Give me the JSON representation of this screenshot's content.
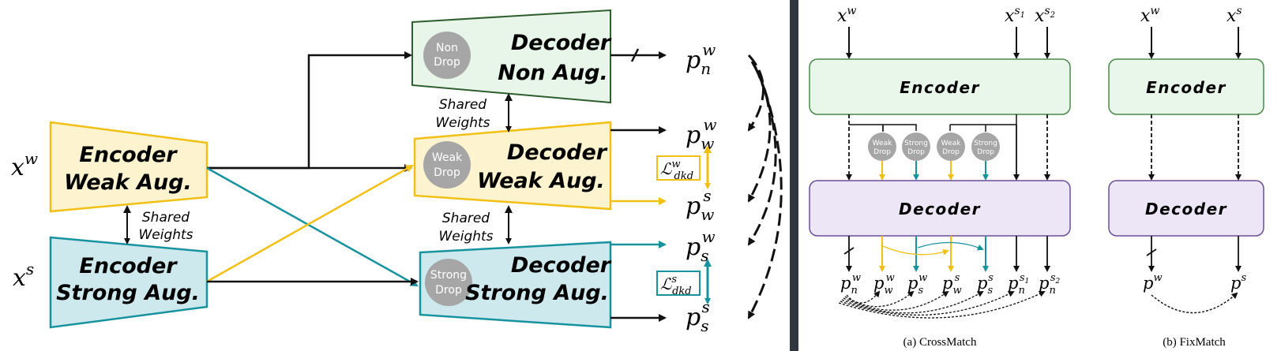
{
  "colors": {
    "green_fill": "#e8f5e9",
    "green_stroke": "#2e5e2e",
    "yellow_fill": "#fdf3cf",
    "yellow_stroke": "#f2c014",
    "blue_fill": "#cde9ee",
    "blue_stroke": "#17939f",
    "purple_fill": "#ece6f6",
    "purple_stroke": "#6a4f96",
    "panel_green_fill": "#e9f6ea",
    "panel_green_stroke": "#4b8a4b",
    "drop_gray": "#a6a6a6",
    "divider": "#2f363d",
    "arrow_black": "#111111",
    "arrow_yellow": "#f2c014",
    "arrow_teal": "#17939f"
  },
  "left": {
    "inputs": {
      "xw": "x",
      "xw_sup": "w",
      "xs": "x",
      "xs_sup": "s"
    },
    "enc_weak": {
      "line1": "Encoder",
      "line2": "Weak Aug."
    },
    "enc_strong": {
      "line1": "Encoder",
      "line2": "Strong Aug."
    },
    "shared_enc": {
      "line1": "Shared",
      "line2": "Weights"
    },
    "dec_non": {
      "line1": "Decoder",
      "line2": "Non Aug.",
      "drop1": "Non",
      "drop2": "Drop"
    },
    "dec_weak": {
      "line1": "Decoder",
      "line2": "Weak Aug.",
      "drop1": "Weak",
      "drop2": "Drop"
    },
    "dec_strong": {
      "line1": "Decoder",
      "line2": "Strong Aug.",
      "drop1": "Strong",
      "drop2": "Drop"
    },
    "shared_dec1": {
      "line1": "Shared",
      "line2": "Weights"
    },
    "shared_dec2": {
      "line1": "Shared",
      "line2": "Weights"
    },
    "outputs": {
      "pnw": {
        "base": "p",
        "sub": "n",
        "sup": "w"
      },
      "pww": {
        "base": "p",
        "sub": "w",
        "sup": "w"
      },
      "pws": {
        "base": "p",
        "sub": "w",
        "sup": "s"
      },
      "psw": {
        "base": "p",
        "sub": "s",
        "sup": "w"
      },
      "pss": {
        "base": "p",
        "sub": "s",
        "sup": "s"
      }
    },
    "loss_w": {
      "base": "ℒ",
      "sup": "w",
      "sub": "dkd"
    },
    "loss_s": {
      "base": "ℒ",
      "sup": "s",
      "sub": "dkd"
    }
  },
  "crossmatch": {
    "inputs": {
      "xw": "x",
      "xw_sup": "w",
      "xs1": "x",
      "xs1_sup": "s",
      "xs1_subsup": "1",
      "xs2": "x",
      "xs2_sup": "s",
      "xs2_subsup": "2"
    },
    "encoder": "Encoder",
    "decoder": "Decoder",
    "drops": [
      {
        "line1": "Weak",
        "line2": "Drop"
      },
      {
        "line1": "Strong",
        "line2": "Drop"
      },
      {
        "line1": "Weak",
        "line2": "Drop"
      },
      {
        "line1": "Strong",
        "line2": "Drop"
      }
    ],
    "outputs": [
      {
        "base": "p",
        "sub": "n",
        "sup": "w"
      },
      {
        "base": "p",
        "sub": "w",
        "sup": "w"
      },
      {
        "base": "p",
        "sub": "s",
        "sup": "w"
      },
      {
        "base": "p",
        "sub": "w",
        "sup": "s"
      },
      {
        "base": "p",
        "sub": "s",
        "sup": "s"
      },
      {
        "base": "p",
        "sub": "n",
        "sup": "s",
        "supsub": "1"
      },
      {
        "base": "p",
        "sub": "n",
        "sup": "s",
        "supsub": "2"
      }
    ],
    "caption": "(a) CrossMatch"
  },
  "fixmatch": {
    "inputs": {
      "xw": "x",
      "xw_sup": "w",
      "xs": "x",
      "xs_sup": "s"
    },
    "encoder": "Encoder",
    "decoder": "Decoder",
    "outputs": [
      {
        "base": "p",
        "sup": "w"
      },
      {
        "base": "p",
        "sup": "s"
      }
    ],
    "caption": "(b) FixMatch"
  }
}
